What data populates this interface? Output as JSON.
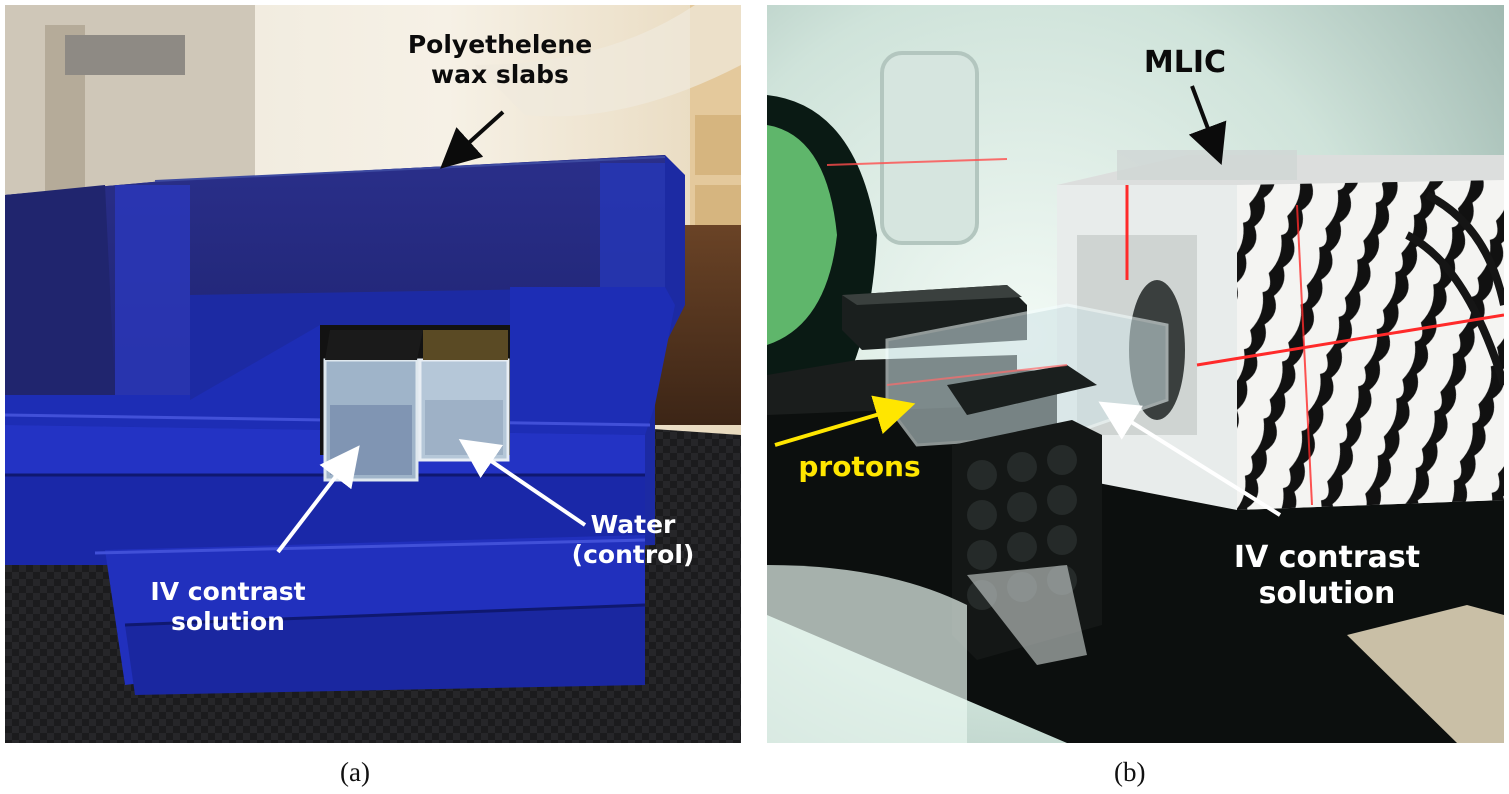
{
  "figure": {
    "panel_a": {
      "caption": "(a)",
      "labels": {
        "wax_slabs": "Polyethelene\nwax slabs",
        "water_control": "Water\n(control)",
        "iv_contrast": "IV contrast\nsolution"
      }
    },
    "panel_b": {
      "caption": "(b)",
      "labels": {
        "mlic": "MLIC",
        "protons": "protons",
        "iv_contrast": "IV contrast\nsolution"
      }
    }
  },
  "colors": {
    "label_dark": "#0b0b0b",
    "label_light": "#ffffff",
    "label_protons": "#ffe600",
    "wax_blue": "#1f2fb0",
    "laser_red": "#ff2a2a"
  }
}
